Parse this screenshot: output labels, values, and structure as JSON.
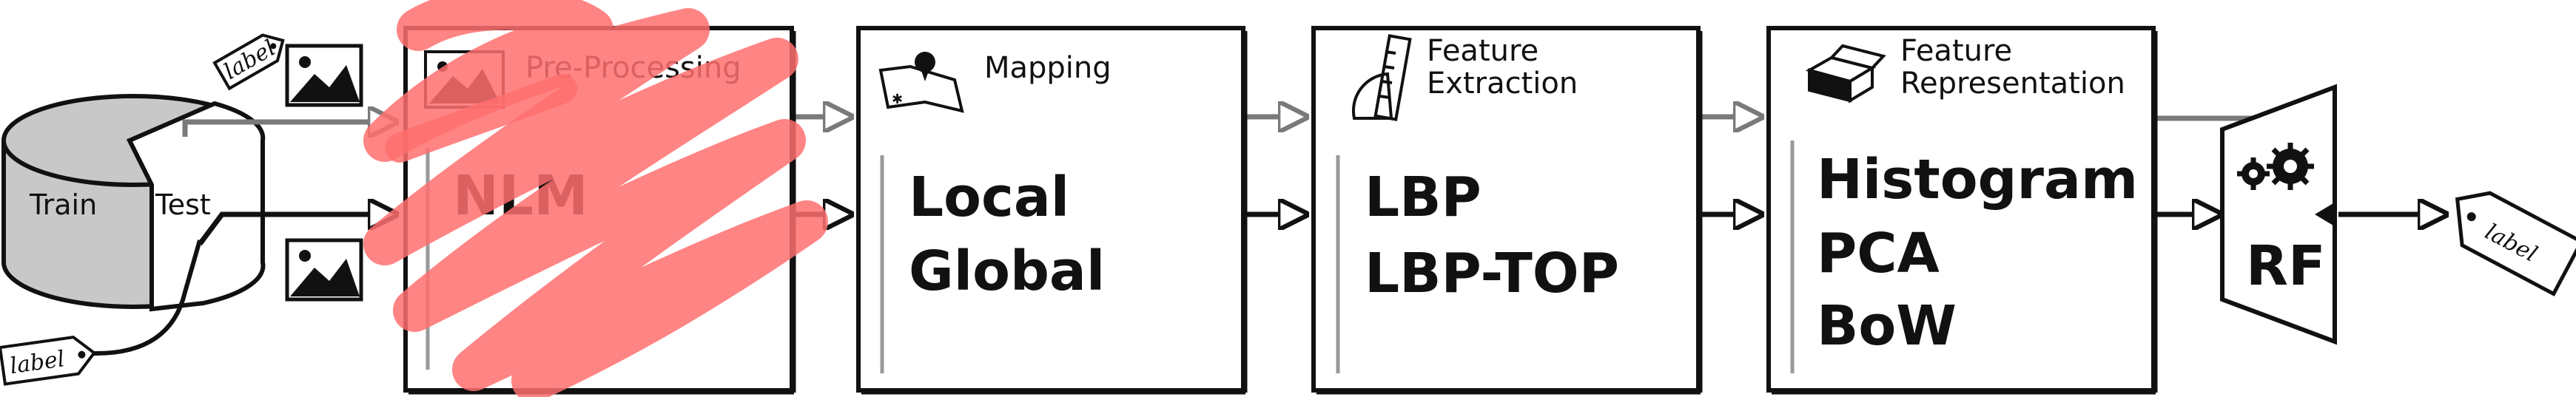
{
  "database": {
    "train_label": "Train",
    "test_label": "Test"
  },
  "tags": {
    "input_top": "label",
    "input_bottom": "label",
    "output": "label"
  },
  "stages": [
    {
      "title_lines": [
        "Pre-Processing"
      ],
      "items": [
        "NLM"
      ]
    },
    {
      "title_lines": [
        "Mapping"
      ],
      "items": [
        "Local",
        "Global"
      ]
    },
    {
      "title_lines": [
        "Feature",
        "Extraction"
      ],
      "items": [
        "LBP",
        "LBP-TOP"
      ]
    },
    {
      "title_lines": [
        "Feature",
        "Representation"
      ],
      "items": [
        "Histogram",
        "PCA",
        "BoW"
      ]
    }
  ],
  "classifier": {
    "label": "RF"
  },
  "colors": {
    "scribble": "#ff6f6f",
    "gray_flow": "#7a7a7a",
    "black_flow": "#111111",
    "db_fill": "#c8c8c8"
  }
}
